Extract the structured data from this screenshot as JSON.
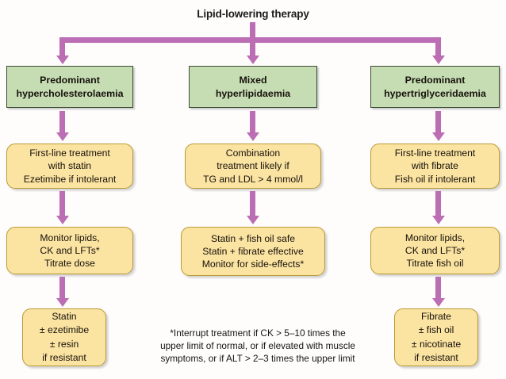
{
  "diagram": {
    "title": "Lipid-lowering therapy",
    "colors": {
      "connector": "#bb6eb4",
      "green_fill": "#c6ddb4",
      "green_border": "#3b4a33",
      "yellow_fill": "#fbe3a2",
      "yellow_border": "#b99b33",
      "background": "#fefdfc",
      "text": "#17120b"
    },
    "columns": [
      {
        "id": "predominant-hypercholesterolaemia",
        "category": {
          "lines": [
            "Predominant",
            "hypercholesterolaemia"
          ]
        },
        "steps": [
          {
            "lines": [
              "First-line treatment",
              "with statin",
              "Ezetimibe if intolerant"
            ]
          },
          {
            "lines": [
              "Monitor lipids,",
              "CK and LFTs*",
              "Titrate dose"
            ]
          },
          {
            "lines": [
              "Statin",
              "± ezetimibe",
              "± resin",
              "if resistant"
            ]
          }
        ]
      },
      {
        "id": "mixed-hyperlipidaemia",
        "category": {
          "lines": [
            "Mixed",
            "hyperlipidaemia"
          ]
        },
        "steps": [
          {
            "lines": [
              "Combination",
              "treatment likely if",
              "TG and LDL > 4 mmol/l"
            ]
          },
          {
            "lines": [
              "Statin + fish oil safe",
              "Statin + fibrate effective",
              "Monitor for side-effects*"
            ]
          }
        ]
      },
      {
        "id": "predominant-hypertriglyceridaemia",
        "category": {
          "lines": [
            "Predominant",
            "hypertriglyceridaemia"
          ]
        },
        "steps": [
          {
            "lines": [
              "First-line treatment",
              "with fibrate",
              "Fish oil if intolerant"
            ]
          },
          {
            "lines": [
              "Monitor lipids,",
              "CK and LFTs*",
              "Titrate fish oil"
            ]
          },
          {
            "lines": [
              "Fibrate",
              "± fish oil",
              "± nicotinate",
              "if resistant"
            ]
          }
        ]
      }
    ],
    "footnote": {
      "lines": [
        "*Interrupt treatment if CK > 5–10 times the",
        "upper limit of normal, or if elevated with muscle",
        "symptoms, or if ALT > 2–3 times the upper limit"
      ]
    }
  }
}
